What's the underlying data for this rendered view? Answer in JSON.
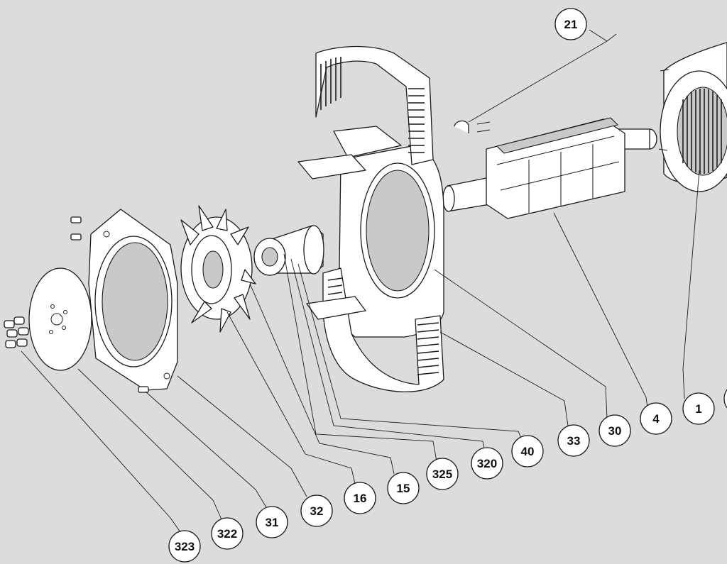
{
  "parts": [
    {
      "id": "p1",
      "label": "1"
    },
    {
      "id": "p4",
      "label": "4"
    },
    {
      "id": "p30",
      "label": "30"
    },
    {
      "id": "p33",
      "label": "33"
    },
    {
      "id": "p40",
      "label": "40"
    },
    {
      "id": "p320",
      "label": "320"
    },
    {
      "id": "p325",
      "label": "325"
    },
    {
      "id": "p15",
      "label": "15"
    },
    {
      "id": "p16",
      "label": "16"
    },
    {
      "id": "p32",
      "label": "32"
    },
    {
      "id": "p31",
      "label": "31"
    },
    {
      "id": "p322",
      "label": "322"
    },
    {
      "id": "p323",
      "label": "323"
    },
    {
      "id": "p21",
      "label": "21"
    }
  ]
}
